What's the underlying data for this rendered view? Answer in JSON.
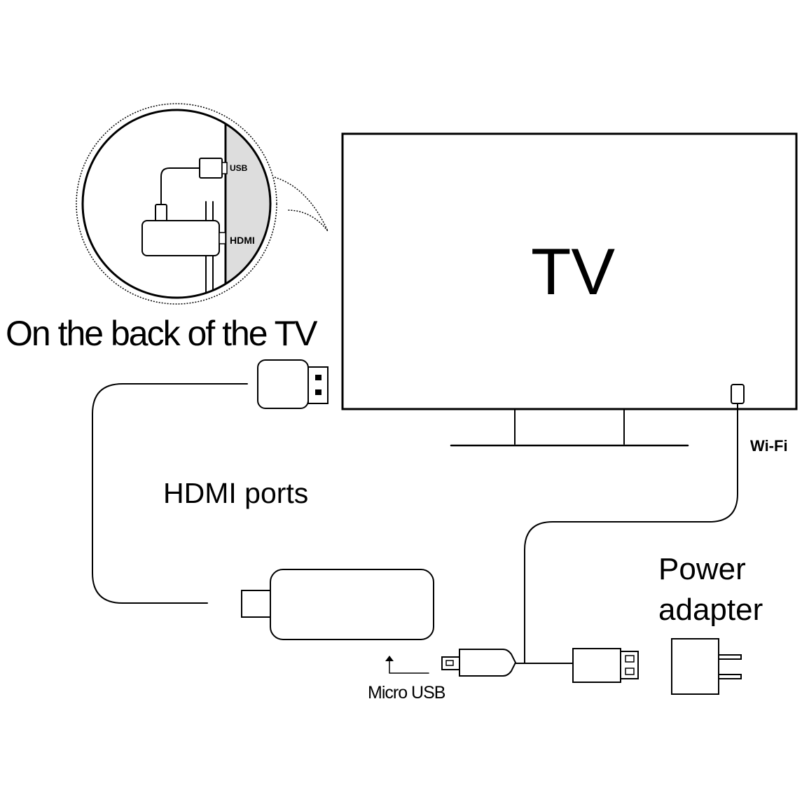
{
  "labels": {
    "tv": "TV",
    "back_of_tv": "On the back of the TV",
    "usb": "USB",
    "hdmi": "HDMI",
    "hdmi_ports": "HDMI ports",
    "wifi": "Wi-Fi",
    "micro_usb": "Micro USB",
    "power_line1": "Power",
    "power_line2": "adapter"
  },
  "colors": {
    "line": "#000000",
    "background": "#ffffff",
    "tv_back_panel": "#dddddd"
  }
}
